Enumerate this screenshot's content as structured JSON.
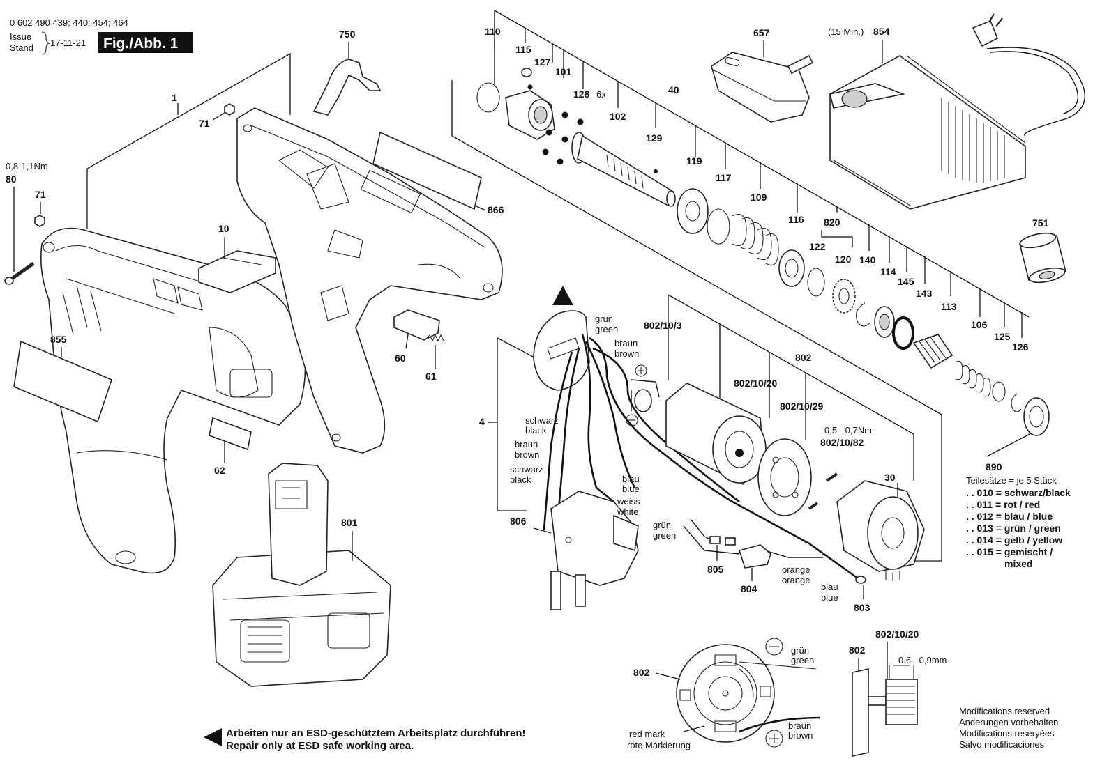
{
  "header": {
    "doc_number": "0 602 490 439; 440; 454; 464",
    "issue_label": "Issue",
    "stand_label": "Stand",
    "date": "17-11-21",
    "figure_label": "Fig./Abb. 1"
  },
  "part_labels": {
    "p1": "1",
    "p4": "4",
    "p10": "10",
    "p30": "30",
    "p40": "40",
    "p60": "60",
    "p61": "61",
    "p62": "62",
    "p71a": "71",
    "p71b": "71",
    "p80": "80",
    "p101": "101",
    "p102": "102",
    "p106": "106",
    "p109": "109",
    "p110": "110",
    "p113": "113",
    "p114": "114",
    "p115": "115",
    "p116": "116",
    "p117": "117",
    "p119": "119",
    "p120": "120",
    "p122": "122",
    "p125": "125",
    "p126": "126",
    "p127": "127",
    "p128": "128",
    "p129": "129",
    "p140": "140",
    "p143": "143",
    "p145": "145",
    "p657": "657",
    "p750": "750",
    "p751": "751",
    "p801": "801",
    "p802": "802",
    "p802b": "802",
    "p802c": "802",
    "p802_10_3": "802/10/3",
    "p802_10_20": "802/10/20",
    "p802_10_20b": "802/10/20",
    "p802_10_29": "802/10/29",
    "p802_10_82": "802/10/82",
    "p803": "803",
    "p804": "804",
    "p805": "805",
    "p806": "806",
    "p820": "820",
    "p854": "854",
    "p855": "855",
    "p866": "866",
    "p890": "890"
  },
  "annotations": {
    "qty_6x": "6x",
    "torque_80": "0,8-1,1Nm",
    "charge_time": "(15 Min.)",
    "torque_motor": "0,5 - 0,7Nm",
    "gap": "0,6 - 0,9mm",
    "red_mark_en": "red mark",
    "red_mark_de": "rote Markierung"
  },
  "wire_labels": {
    "gruen": "grün",
    "green": "green",
    "braun": "braun",
    "brown": "brown",
    "schwarz": "schwarz",
    "black": "black",
    "blau": "blau",
    "blue": "blue",
    "weiss": "weiss",
    "white": "white",
    "orange": "orange"
  },
  "sets": {
    "title": "Teilesätze = je 5 Stück",
    "items": [
      ". . 010 = schwarz/black",
      ". . 011 = rot / red",
      ". . 012 = blau / blue",
      ". . 013 = grün / green",
      ". . 014 = gelb / yellow",
      ". . 015 = gemischt /",
      "mixed"
    ]
  },
  "esd_warning": {
    "line1": "Arbeiten nur an ESD-geschütztem Arbeitsplatz durchführen!",
    "line2": "Repair only at ESD safe working area."
  },
  "modifications": [
    "Modifications reserved",
    "Änderungen vorbehalten",
    "Modifications reséryées",
    "Salvo modificaciones"
  ]
}
